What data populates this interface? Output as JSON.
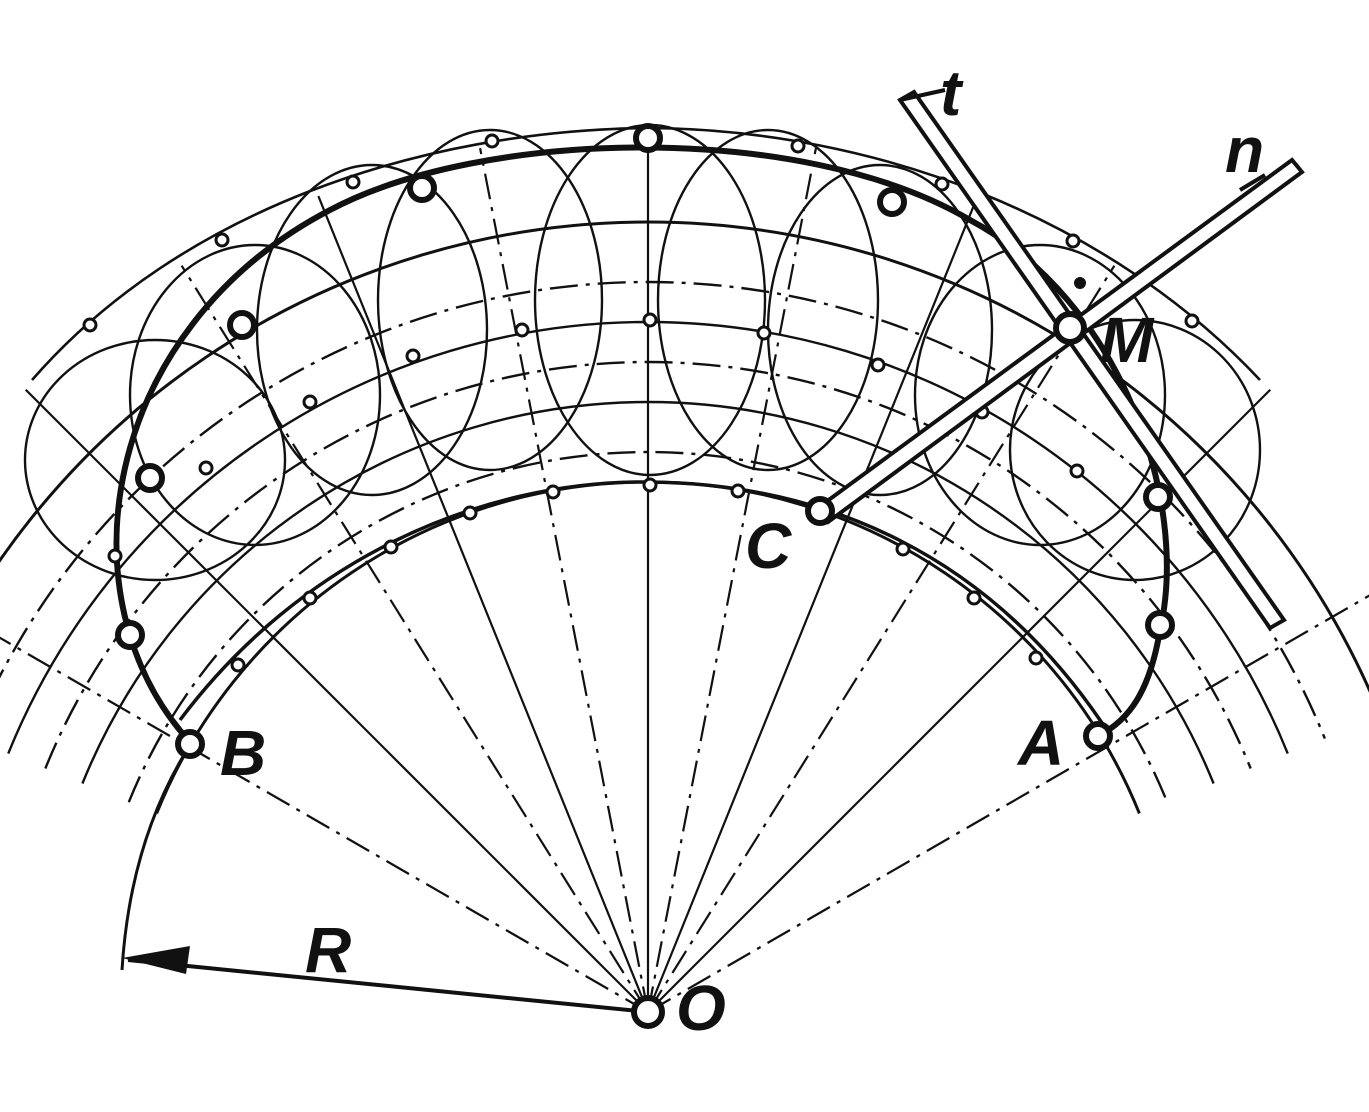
{
  "figure": {
    "labels": {
      "center": "O",
      "radius": "R",
      "point_a": "A",
      "point_b": "B",
      "point_c": "C",
      "point_m": "M",
      "tangent": "t",
      "normal": "n"
    },
    "colors": {
      "ink": "#111111",
      "background": "#ffffff"
    }
  }
}
